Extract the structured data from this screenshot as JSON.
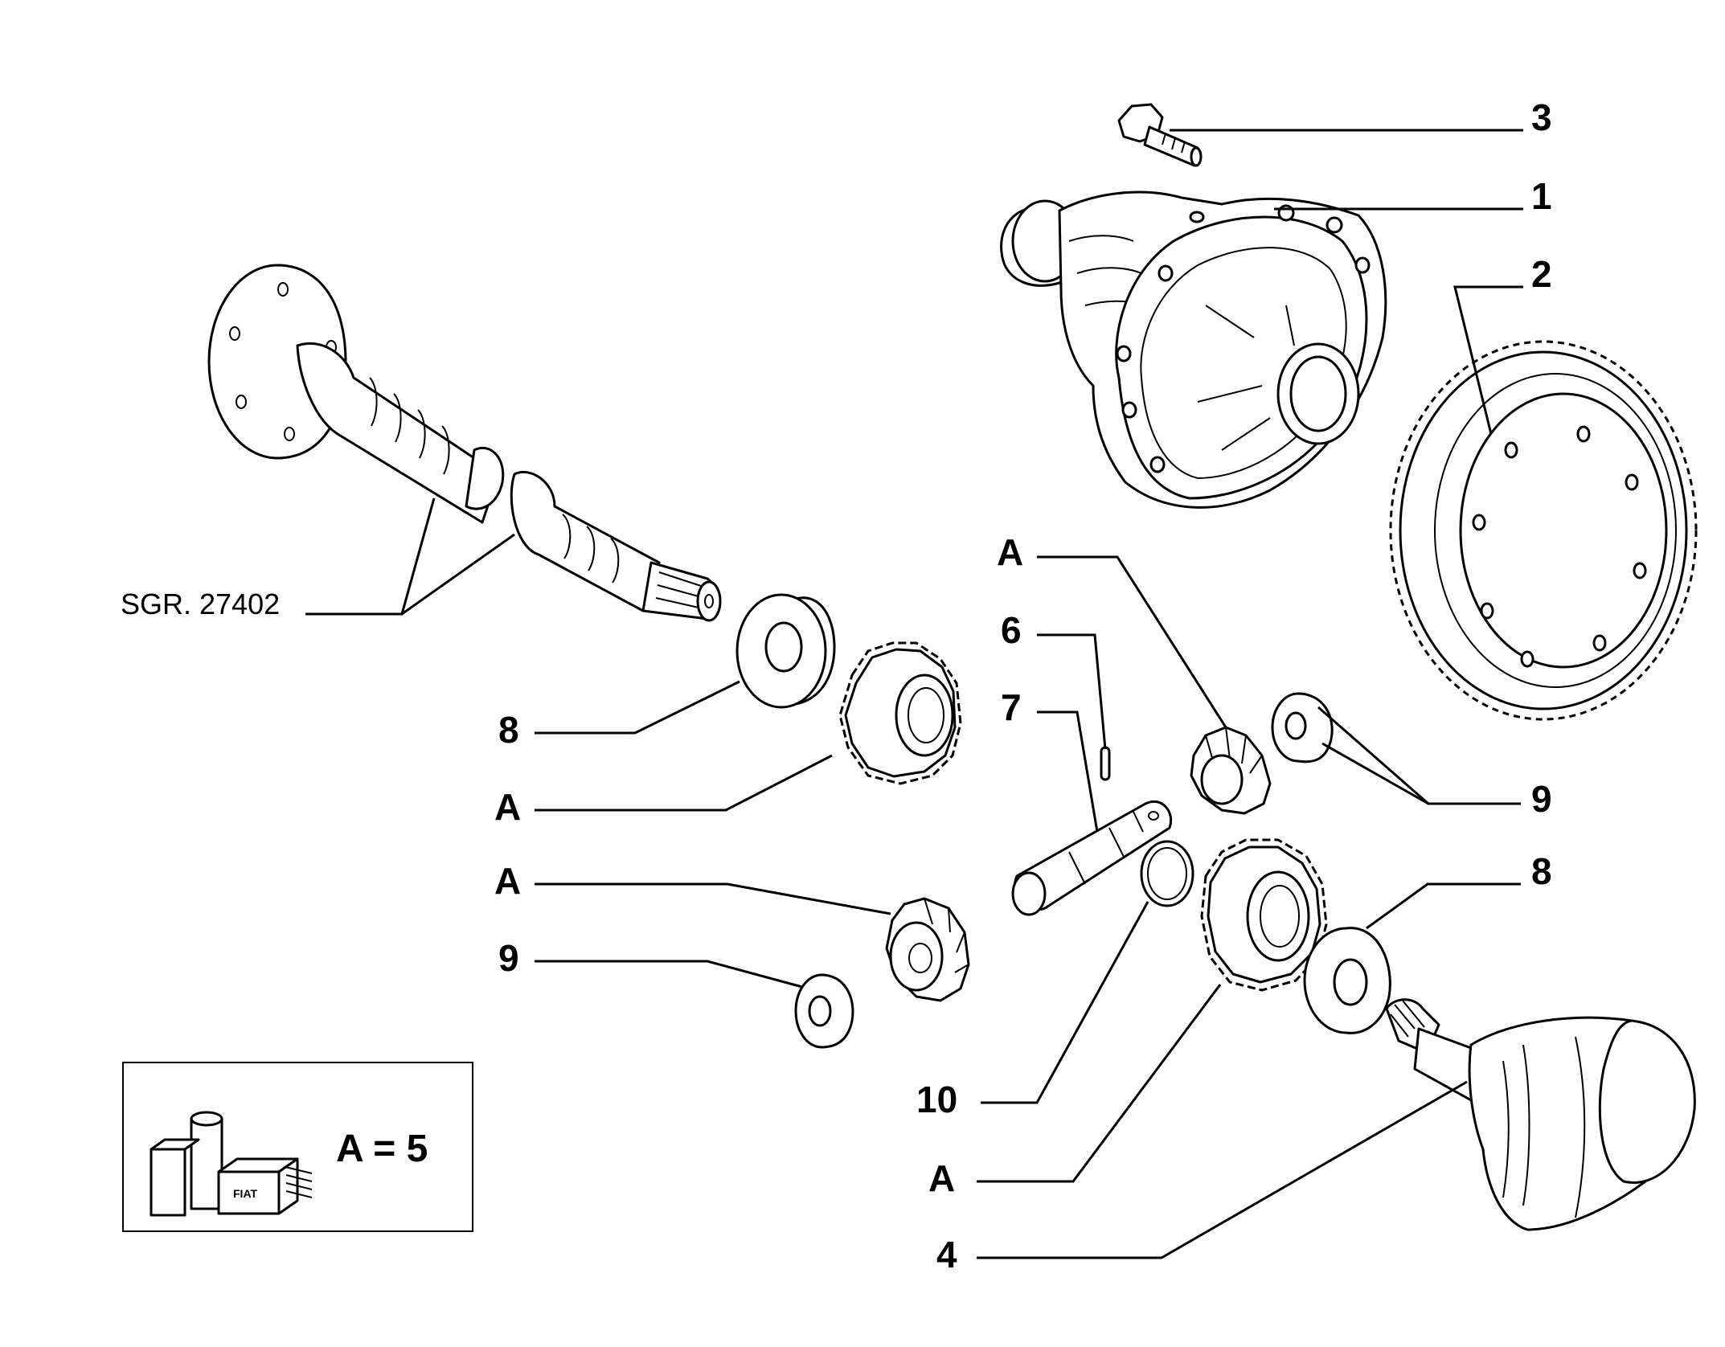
{
  "labels": {
    "l3": "3",
    "l1": "1",
    "l2": "2",
    "sgr": "SGR. 27402",
    "l8_left": "8",
    "a_left_1": "A",
    "a_left_2": "A",
    "l9_left": "9",
    "a_center": "A",
    "l6": "6",
    "l7": "7",
    "l9_right": "9",
    "l8_right": "8",
    "l10": "10",
    "a_bottom": "A",
    "l4": "4"
  },
  "legend": {
    "text": "A = 5",
    "package_brand": "FIAT"
  }
}
